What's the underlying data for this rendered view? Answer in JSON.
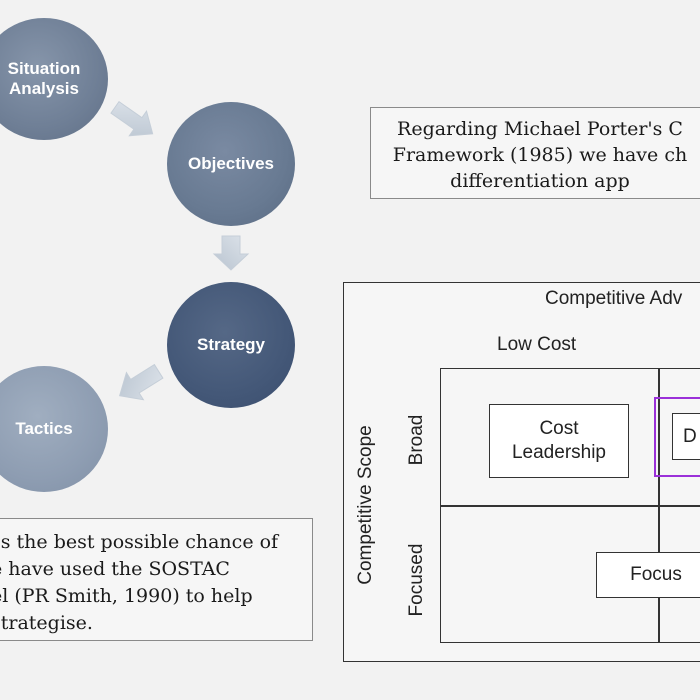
{
  "sostac": {
    "situation": "Situation Analysis",
    "objectives": "Objectives",
    "strategy": "Strategy",
    "tactics": "Tactics"
  },
  "top_text": {
    "line1": "Regarding Michael Porter's C",
    "line2": "Framework (1985) we have ch",
    "line3": "differentiation app"
  },
  "bottom_text": {
    "line1": "ss the best possible chance of",
    "line2": "e have used the SOSTAC",
    "line3": "el (PR Smith, 1990) to help",
    "line4": "strategise."
  },
  "matrix": {
    "title": "Competitive Adv",
    "low_cost": "Low Cost",
    "scope_label": "Competitive Scope",
    "broad": "Broad",
    "focused": "Focused",
    "cost_leadership_l1": "Cost",
    "cost_leadership_l2": "Leadership",
    "focus": "Focus",
    "differentiation_partial": "D",
    "highlight_color": "#9b30d9"
  }
}
